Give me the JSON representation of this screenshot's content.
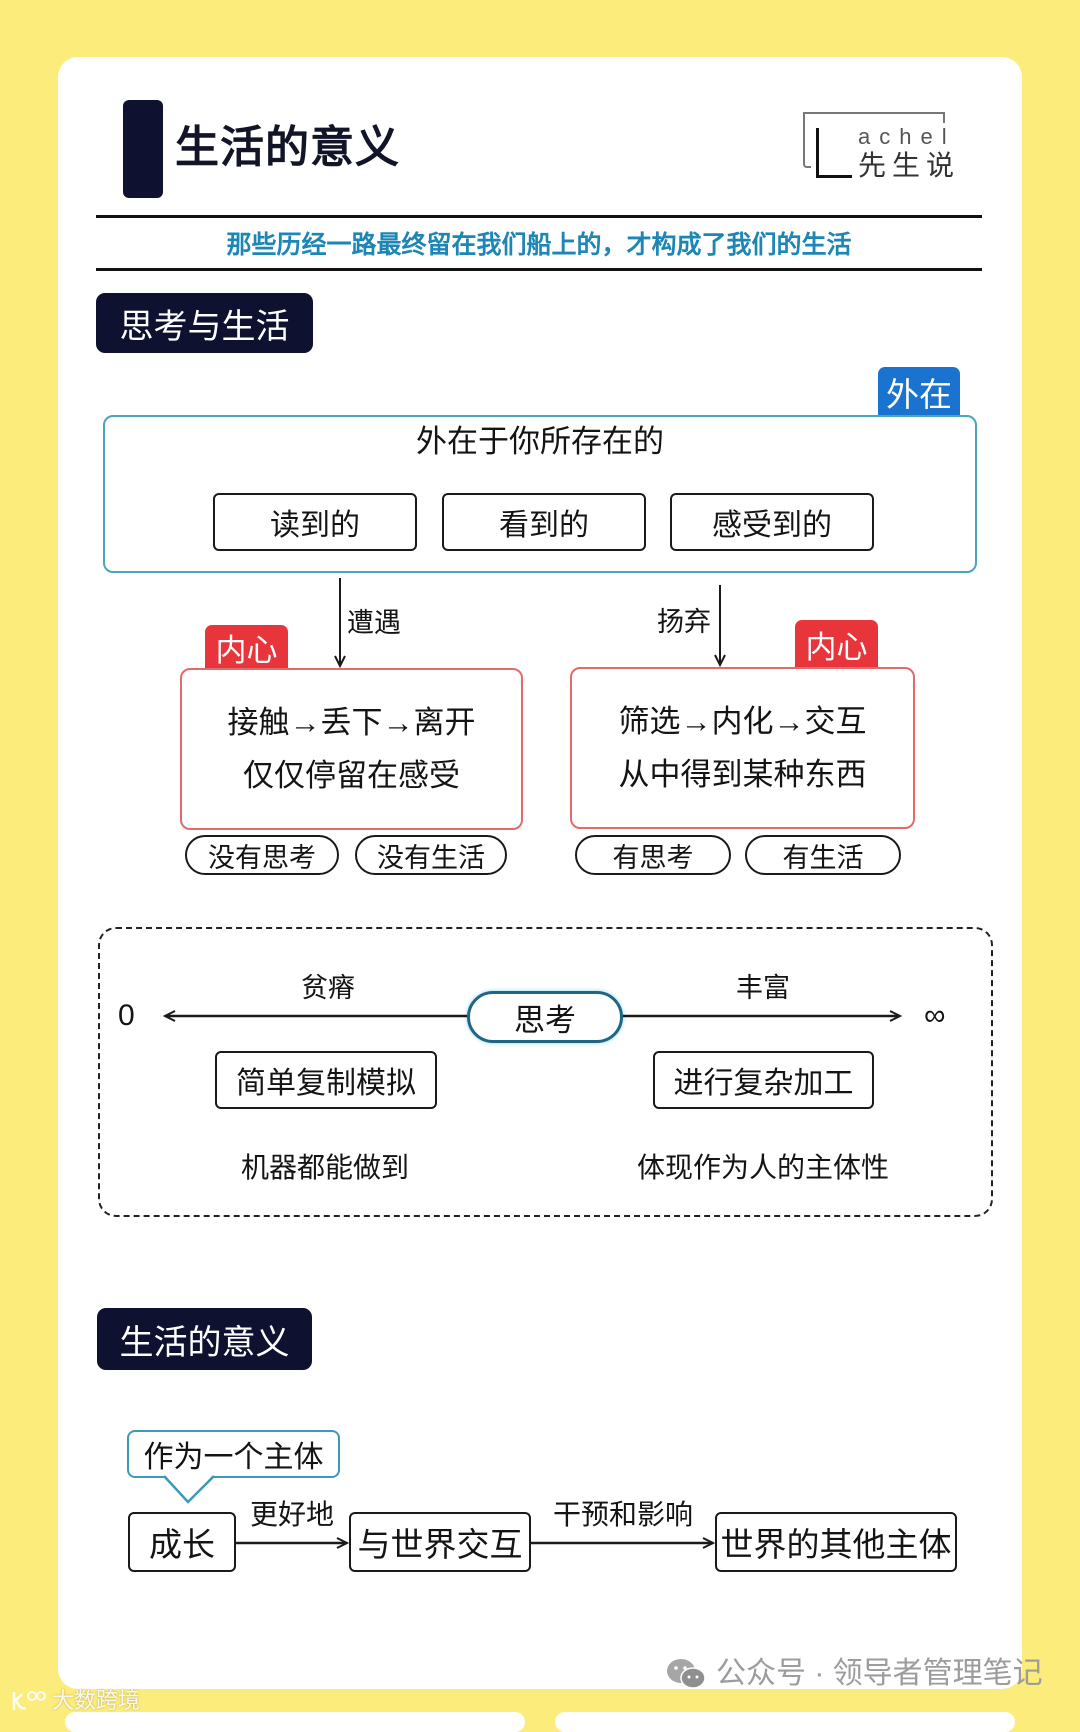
{
  "colors": {
    "background": "#FCEC7C",
    "card": "#FFFFFF",
    "ink": "#141414",
    "navy": "#0E1130",
    "subtitle_blue": "#1D86B5",
    "outer_border": "#4BA5BB",
    "outer_tag": "#1A73CF",
    "inner_border": "#E36B6B",
    "inner_tag": "#E8353C",
    "focus_border": "#1F6585",
    "watermark": "#9C9C9C"
  },
  "header": {
    "title": "生活的意义",
    "logo": {
      "latin": "achel",
      "cjk": "先生说"
    },
    "subtitle": "那些历经一路最终留在我们船上的，才构成了我们的生活"
  },
  "thinking_and_life": {
    "section_label": "思考与生活",
    "external": {
      "tag": "外在",
      "title": "外在于你所存在的",
      "items": [
        "读到的",
        "看到的",
        "感受到的"
      ]
    },
    "paths": [
      {
        "arrow_label": "遭遇",
        "tag": "内心",
        "lines": [
          "接触→丢下→离开",
          "仅仅停留在感受"
        ],
        "outcomes": [
          "没有思考",
          "没有生活"
        ]
      },
      {
        "arrow_label": "扬弃",
        "tag": "内心",
        "lines": [
          "筛选→内化→交互",
          "从中得到某种东西"
        ],
        "outcomes": [
          "有思考",
          "有生活"
        ]
      }
    ],
    "spectrum": {
      "min": "0",
      "max": "∞",
      "center": "思考",
      "left_label": "贫瘠",
      "right_label": "丰富",
      "left_box": "简单复制模拟",
      "right_box": "进行复杂加工",
      "left_note": "机器都能做到",
      "right_note": "体现作为人的主体性"
    }
  },
  "meaning_of_life": {
    "section_label": "生活的意义",
    "callout": "作为一个主体",
    "nodes": [
      "成长",
      "与世界交互",
      "世界的其他主体"
    ],
    "edges": [
      "更好地",
      "干预和影响"
    ]
  },
  "watermarks": {
    "wechat_account": "公众号 · 领导者管理笔记",
    "corner_brand": "大数跨境"
  }
}
